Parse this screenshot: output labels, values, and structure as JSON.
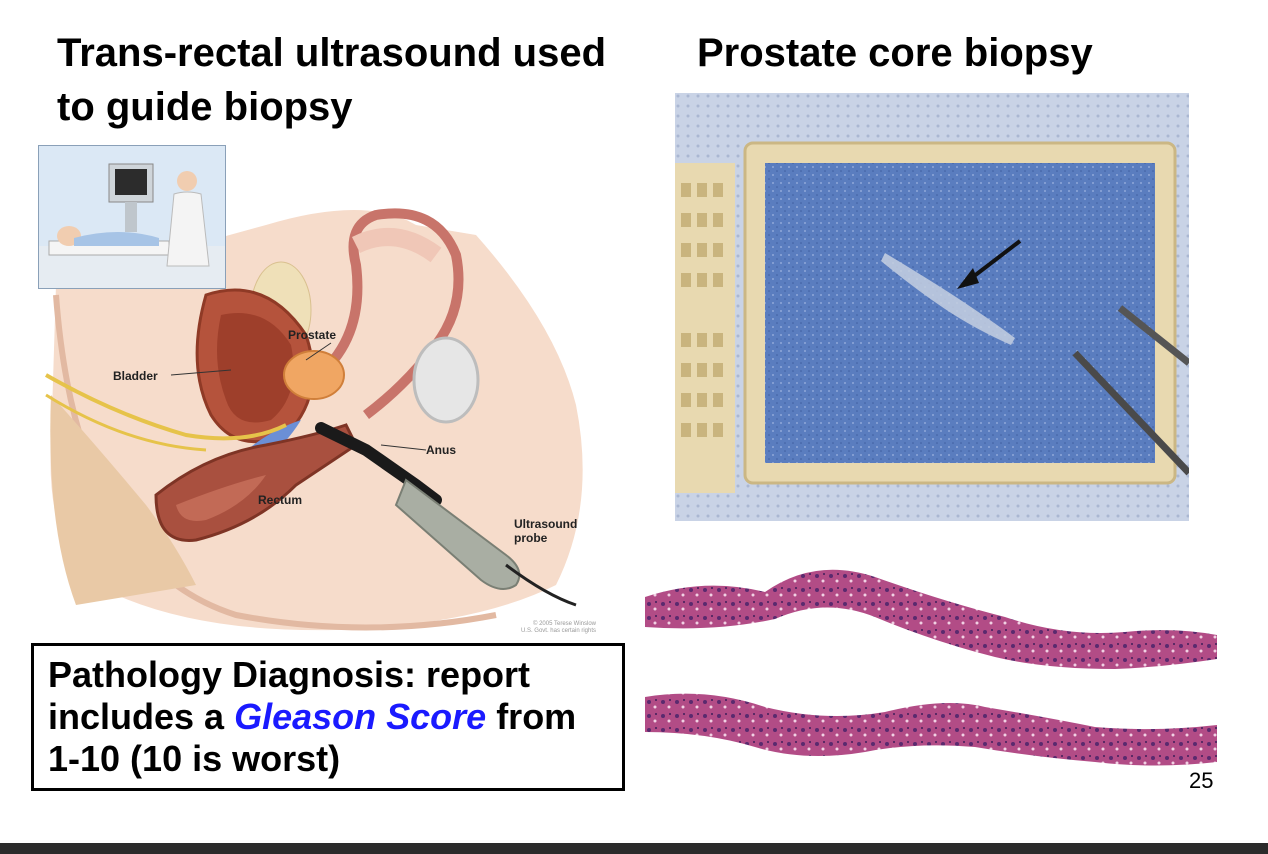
{
  "left_title": "Trans-rectal ultrasound used to guide biopsy",
  "right_title": "Prostate core biopsy",
  "anatomy_labels": {
    "prostate": "Prostate",
    "bladder": "Bladder",
    "anus": "Anus",
    "rectum": "Rectum",
    "ultrasound_line1": "Ultrasound",
    "ultrasound_line2": "probe",
    "credit_line1": "© 2005 Terese Winslow",
    "credit_line2": "U.S. Govt. has certain rights"
  },
  "diagnosis": {
    "part1": "Pathology Diagnosis: report includes a ",
    "highlight": "Gleason Score",
    "part2": " from 1-10 (10 is worst)"
  },
  "page_number": "25",
  "colors": {
    "highlight": "#1a1aff",
    "tray_blue": "#4a6fb5",
    "cassette_tan": "#e8d9b0",
    "tissue_pink": "#b24c86",
    "footer": "#2b2b2b"
  }
}
